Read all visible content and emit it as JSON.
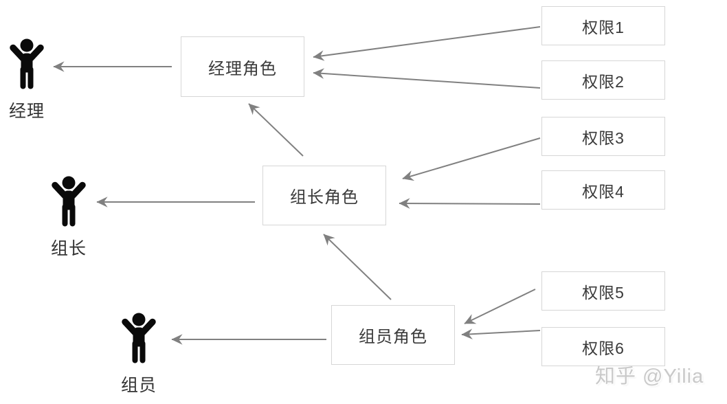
{
  "colors": {
    "arrow": "#808080",
    "box_border": "#d6d6d6",
    "box_text": "#3a3a3a",
    "label_text": "#333333",
    "icon": "#0a0a0a",
    "watermark": "#c9c9c9"
  },
  "diagram": {
    "users": [
      {
        "id": "manager",
        "label": "经理",
        "icon": "person-arms-raised-icon"
      },
      {
        "id": "leader",
        "label": "组长",
        "icon": "person-arms-raised-icon"
      },
      {
        "id": "member",
        "label": "组员",
        "icon": "person-arms-raised-icon"
      }
    ],
    "roles": [
      {
        "id": "manager-role",
        "label": "经理角色"
      },
      {
        "id": "leader-role",
        "label": "组长角色"
      },
      {
        "id": "member-role",
        "label": "组员角色"
      }
    ],
    "permissions": [
      {
        "id": "perm-1",
        "label": "权限1"
      },
      {
        "id": "perm-2",
        "label": "权限2"
      },
      {
        "id": "perm-3",
        "label": "权限3"
      },
      {
        "id": "perm-4",
        "label": "权限4"
      },
      {
        "id": "perm-5",
        "label": "权限5"
      },
      {
        "id": "perm-6",
        "label": "权限6"
      }
    ],
    "edges": [
      {
        "from": "manager-role",
        "to": "manager"
      },
      {
        "from": "perm-1",
        "to": "manager-role"
      },
      {
        "from": "perm-2",
        "to": "manager-role"
      },
      {
        "from": "leader-role",
        "to": "manager-role"
      },
      {
        "from": "leader-role",
        "to": "leader"
      },
      {
        "from": "perm-3",
        "to": "leader-role"
      },
      {
        "from": "perm-4",
        "to": "leader-role"
      },
      {
        "from": "member-role",
        "to": "leader-role"
      },
      {
        "from": "member-role",
        "to": "member"
      },
      {
        "from": "perm-5",
        "to": "member-role"
      },
      {
        "from": "perm-6",
        "to": "member-role"
      }
    ]
  },
  "watermark": {
    "text": "知乎 @Yilia"
  }
}
